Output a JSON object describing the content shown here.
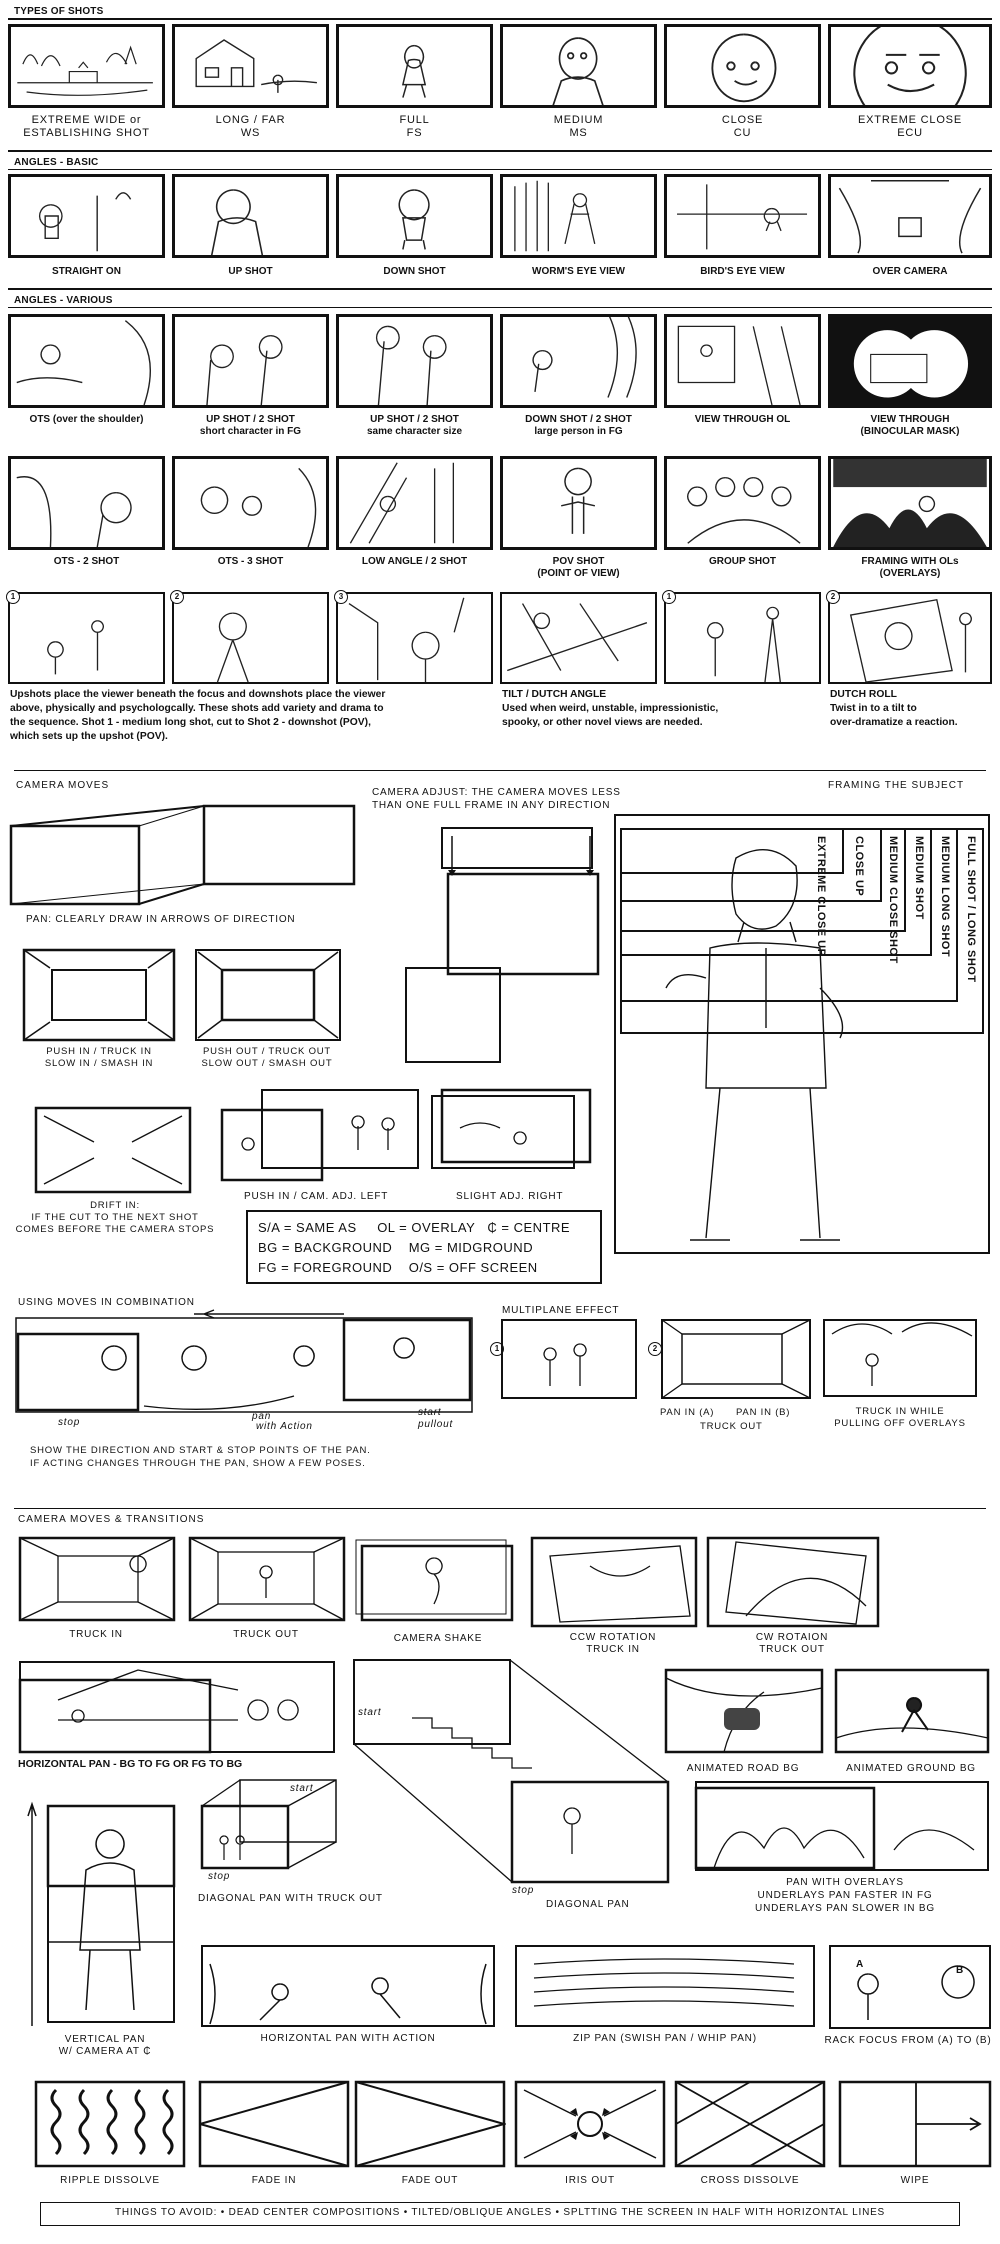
{
  "sections": {
    "types": "TYPES OF SHOTS",
    "angles_basic": "ANGLES - BASIC",
    "angles_various": "ANGLES - VARIOUS",
    "camera_moves": "CAMERA MOVES",
    "camera_adjust": "CAMERA ADJUST: THE CAMERA MOVES LESS THAN ONE FULL FRAME IN ANY DIRECTION",
    "framing": "FRAMING THE SUBJECT",
    "moves_combo": "USING MOVES IN COMBINATION",
    "multiplane": "MULTIPLANE EFFECT",
    "transitions": "CAMERA MOVES & TRANSITIONS"
  },
  "types": [
    {
      "l1": "EXTREME WIDE or",
      "l2": "ESTABLISHING SHOT"
    },
    {
      "l1": "LONG / FAR",
      "l2": "WS"
    },
    {
      "l1": "FULL",
      "l2": "FS"
    },
    {
      "l1": "MEDIUM",
      "l2": "MS"
    },
    {
      "l1": "CLOSE",
      "l2": "CU"
    },
    {
      "l1": "EXTREME CLOSE",
      "l2": "ECU"
    }
  ],
  "angles_basic": [
    "STRAIGHT ON",
    "UP SHOT",
    "DOWN SHOT",
    "WORM'S EYE VIEW",
    "BIRD'S EYE VIEW",
    "OVER CAMERA"
  ],
  "angles_various_row1": [
    {
      "l1": "OTS (over the shoulder)",
      "l2": ""
    },
    {
      "l1": "UP SHOT / 2 SHOT",
      "l2": "short character in FG"
    },
    {
      "l1": "UP SHOT / 2 SHOT",
      "l2": "same character size"
    },
    {
      "l1": "DOWN SHOT  / 2 SHOT",
      "l2": "large person in FG"
    },
    {
      "l1": "VIEW THROUGH OL",
      "l2": ""
    },
    {
      "l1": "VIEW THROUGH",
      "l2": "(BINOCULAR MASK)"
    }
  ],
  "angles_various_row2": [
    {
      "l1": "OTS - 2 SHOT",
      "l2": ""
    },
    {
      "l1": "OTS - 3 SHOT",
      "l2": ""
    },
    {
      "l1": "LOW ANGLE / 2 SHOT",
      "l2": ""
    },
    {
      "l1": "POV SHOT",
      "l2": "(POINT OF VIEW)"
    },
    {
      "l1": "GROUP SHOT",
      "l2": ""
    },
    {
      "l1": "FRAMING WITH OLs",
      "l2": "(OVERLAYS)"
    }
  ],
  "seq_numbers": [
    "1",
    "2",
    "3",
    "1",
    "2"
  ],
  "upshot_para": [
    "Upshots place the viewer beneath the focus and downshots place the viewer",
    "above, physically and psychologcally.  These shots add variety and drama to",
    "the sequence. Shot 1 - medium long shot,  cut to Shot 2 - downshot (POV),",
    "which sets up the upshot (POV)."
  ],
  "tilt": {
    "title": "TILT / DUTCH ANGLE",
    "lines": [
      "Used when weird, unstable, impressionistic,",
      "spooky, or other novel views are needed."
    ]
  },
  "dutch": {
    "title": "DUTCH ROLL",
    "lines": [
      "Twist in to a tilt to",
      "over-dramatize a reaction."
    ]
  },
  "camera_moves": {
    "pan": "PAN: CLEARLY DRAW IN ARROWS OF DIRECTION",
    "push_in": [
      "PUSH IN / TRUCK IN",
      "SLOW IN / SMASH IN"
    ],
    "push_out": [
      "PUSH OUT / TRUCK OUT",
      "SLOW OUT / SMASH OUT"
    ],
    "drift": [
      "DRIFT IN:",
      "IF THE CUT TO THE NEXT SHOT",
      "COMES BEFORE THE CAMERA STOPS"
    ],
    "push_left": "PUSH IN / CAM. ADJ. LEFT",
    "slight": "SLIGHT ADJ. RIGHT"
  },
  "legend": [
    "S/A = SAME AS     OL = OVERLAY   ₵ = CENTRE",
    "BG = BACKGROUND    MG = MIDGROUND",
    "FG = FOREGROUND    O/S = OFF SCREEN"
  ],
  "framing_labels": [
    "EXTREME CLOSE UP",
    "CLOSE UP",
    "MEDIUM CLOSE SHOT",
    "MEDIUM SHOT",
    "MEDIUM LONG SHOT",
    "FULL SHOT / LONG SHOT"
  ],
  "combo": {
    "stop": "stop",
    "start": "start",
    "pullout": "pullout",
    "pan": "pan",
    "with_action": "with Action",
    "note": [
      "SHOW THE DIRECTION AND START & STOP POINTS OF THE PAN.",
      "IF ACTING CHANGES THROUGH THE PAN, SHOW A FEW POSES."
    ]
  },
  "multiplane": {
    "num1": "1",
    "num2": "2",
    "pan_a": "PAN IN (A)",
    "pan_b": "PAN IN (B)",
    "truck_out": "TRUCK OUT",
    "truck_in": [
      "TRUCK IN WHILE",
      "PULLING OFF OVERLAYS"
    ]
  },
  "transitions": {
    "truck_in": "TRUCK IN",
    "truck_out": "TRUCK OUT",
    "shake": "CAMERA SHAKE",
    "ccw": [
      "CCW ROTATION",
      "TRUCK IN"
    ],
    "cw": [
      "CW ROTAION",
      "TRUCK OUT"
    ],
    "hpan": "HORIZONTAL PAN - BG TO FG OR FG TO BG",
    "road": "ANIMATED ROAD BG",
    "ground": "ANIMATED GROUND BG",
    "diag_truck": "DIAGONAL PAN WITH TRUCK OUT",
    "diag": "DIAGONAL PAN",
    "overlays": [
      "PAN WITH OVERLAYS",
      "UNDERLAYS PAN FASTER IN FG",
      "UNDERLAYS PAN SLOWER IN BG"
    ],
    "vpan": [
      "VERTICAL PAN",
      "W/ CAMERA AT ₵"
    ],
    "hpan_action": "HORIZONTAL PAN WITH ACTION",
    "zip": "ZIP PAN (SWISH PAN / WHIP PAN)",
    "rack": "RACK FOCUS FROM (A) TO (B)",
    "rack_a": "A",
    "rack_b": "B",
    "start": "start",
    "stop": "stop"
  },
  "dissolves": [
    "RIPPLE DISSOLVE",
    "FADE IN",
    "FADE OUT",
    "IRIS OUT",
    "CROSS DISSOLVE",
    "WIPE"
  ],
  "avoid": "THINGS TO AVOID:  • DEAD CENTER COMPOSITIONS  • TILTED/OBLIQUE ANGLES  • SPLTTING THE SCREEN IN HALF WITH HORIZONTAL LINES"
}
